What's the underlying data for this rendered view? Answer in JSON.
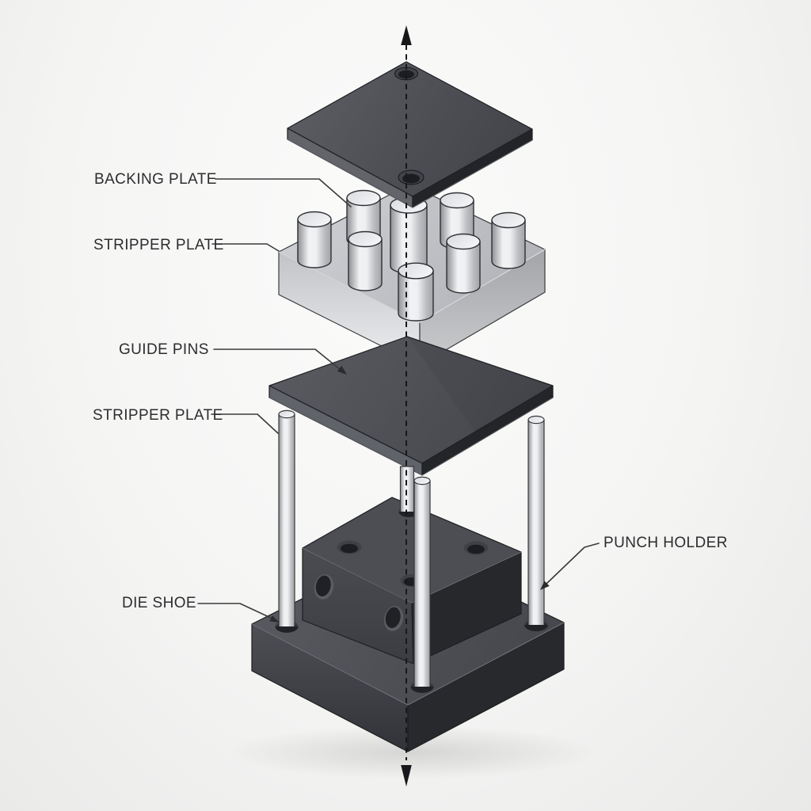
{
  "diagram": {
    "type": "exploded-isometric-die-set",
    "labels": {
      "backing_plate": "BACKING PLATE",
      "stripper_plate_upper": "STRIPPER PLATE",
      "guide_pins": "GUIDE PINS",
      "stripper_plate_lower": "STRIPPER PLATE",
      "die_shoe": "DIE SHOE",
      "punch_holder": "PUNCH HOLDER"
    },
    "parts_shown": {
      "top_plate_holes": 2,
      "punch_cylinders": 8,
      "guide_pin_posts": 3,
      "die_block_top_holes": 4,
      "die_block_side_holes": 2
    },
    "centerline": {
      "orientation": "vertical",
      "style": "dashed",
      "arrows": "both-ends"
    },
    "colors": {
      "background": "#f4f4f3",
      "dark_plate": "#4e5056",
      "light_plate": "#cdced2",
      "metal_highlight": "#f1f2f4",
      "leader_line": "#3a3b3d",
      "label_text": "#2c2d2f"
    }
  }
}
